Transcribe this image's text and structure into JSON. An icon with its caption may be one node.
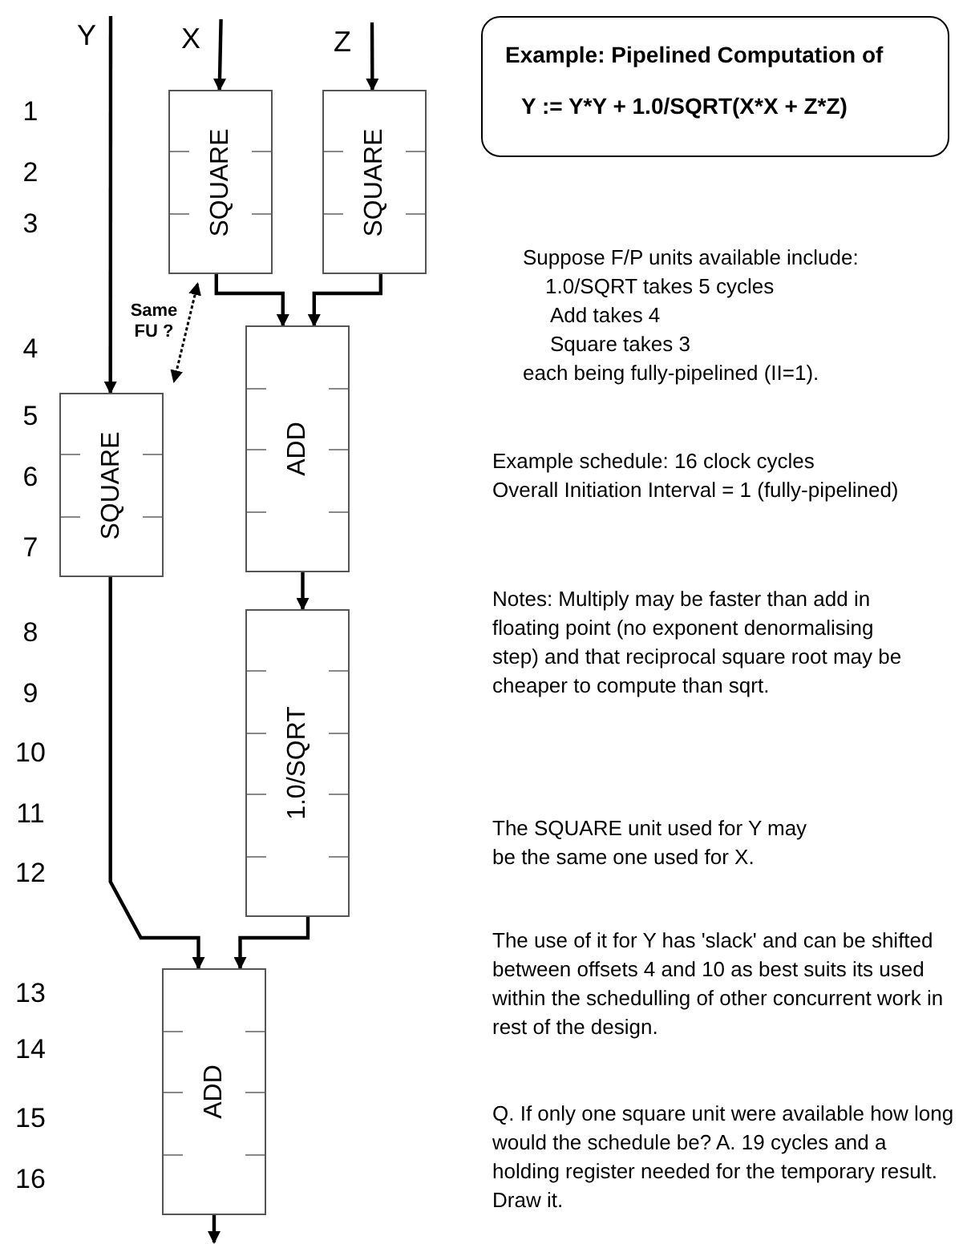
{
  "diagram": {
    "nodes": [
      {
        "text": [
          "Y"
        ]
      },
      {
        "text": [
          "X"
        ]
      },
      {
        "text": [
          "Z"
        ]
      },
      {
        "text": [
          "SQUARE"
        ]
      },
      {
        "text": [
          "SQUARE"
        ]
      },
      {
        "text": [
          "SQUARE"
        ]
      },
      {
        "text": [
          "ADD"
        ]
      },
      {
        "text": [
          "1.0/SQRT"
        ]
      },
      {
        "text": [
          "ADD"
        ]
      },
      {
        "text": [
          "Example: Pipelined Computation of",
          "Y := Y*Y + 1.0/SQRT(X*X + Z*Z)"
        ]
      }
    ],
    "edges": [
      {
        "from": 0,
        "to": 5,
        "arrow": "to"
      },
      {
        "from": 1,
        "to": 3,
        "arrow": "to"
      },
      {
        "from": 2,
        "to": 4,
        "arrow": "to"
      },
      {
        "from": 3,
        "to": 6,
        "arrow": "to"
      },
      {
        "from": 4,
        "to": 6,
        "arrow": "to"
      },
      {
        "from": 5,
        "to": 8,
        "arrow": "to"
      },
      {
        "from": 7,
        "to": 8,
        "arrow": "to"
      },
      {
        "from": 6,
        "to": 7,
        "arrow": "to"
      },
      {
        "from": 3,
        "to": 5,
        "arrow": "both",
        "style": "dashed",
        "label": "Same FU ?"
      },
      {
        "from": 8,
        "to": null,
        "arrow": "to"
      }
    ],
    "labels": [
      "1",
      "2",
      "3",
      "4",
      "5",
      "6",
      "7",
      "8",
      "9",
      "10",
      "11",
      "12",
      "13",
      "14",
      "15",
      "16",
      "Suppose F/P units available include:",
      "1.0/SQRT takes 5 cycles",
      "Add takes 4",
      "Square takes 3",
      "each being fully-pipelined (II=1).",
      "Example schedule: 16 clock cycles",
      "Overall Initiation Interval = 1 (fully-pipelined)",
      "Notes: Multiply may be faster than add in floating point (no exponent denormalising step) and that reciprocal square root may be cheaper to compute than sqrt.",
      "The SQUARE unit used for Y may be the same one used for X.",
      "The use of it for Y has 'slack' and can be shifted between offsets 4 and 10 as best suits its used within the schedulling of other concurrent work in rest of the design.",
      "Q. If only one square unit were available how long would the schedule be? A. 19 cycles and a holding register needed for the temporary result.  Draw it."
    ]
  }
}
